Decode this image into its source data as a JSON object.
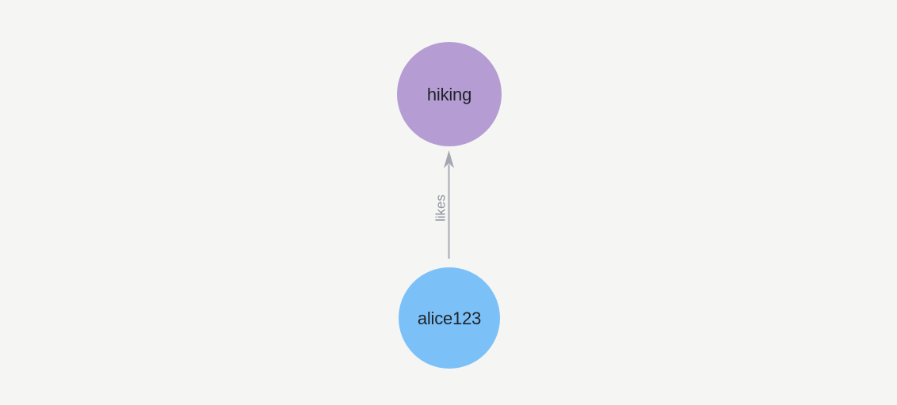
{
  "canvas": {
    "background": "#f5f5f4"
  },
  "graph": {
    "nodes": [
      {
        "id": "hiking",
        "label": "hiking",
        "fill": "#b59dd3",
        "label_color": "#20242a"
      },
      {
        "id": "alice123",
        "label": "alice123",
        "fill": "#7bc1f8",
        "label_color": "#20242a"
      }
    ],
    "edges": [
      {
        "from": "alice123",
        "to": "hiking",
        "label": "likes",
        "line_color": "#a9acb4",
        "arrow_color": "#a4a7af",
        "label_color": "#8d919a"
      }
    ]
  }
}
